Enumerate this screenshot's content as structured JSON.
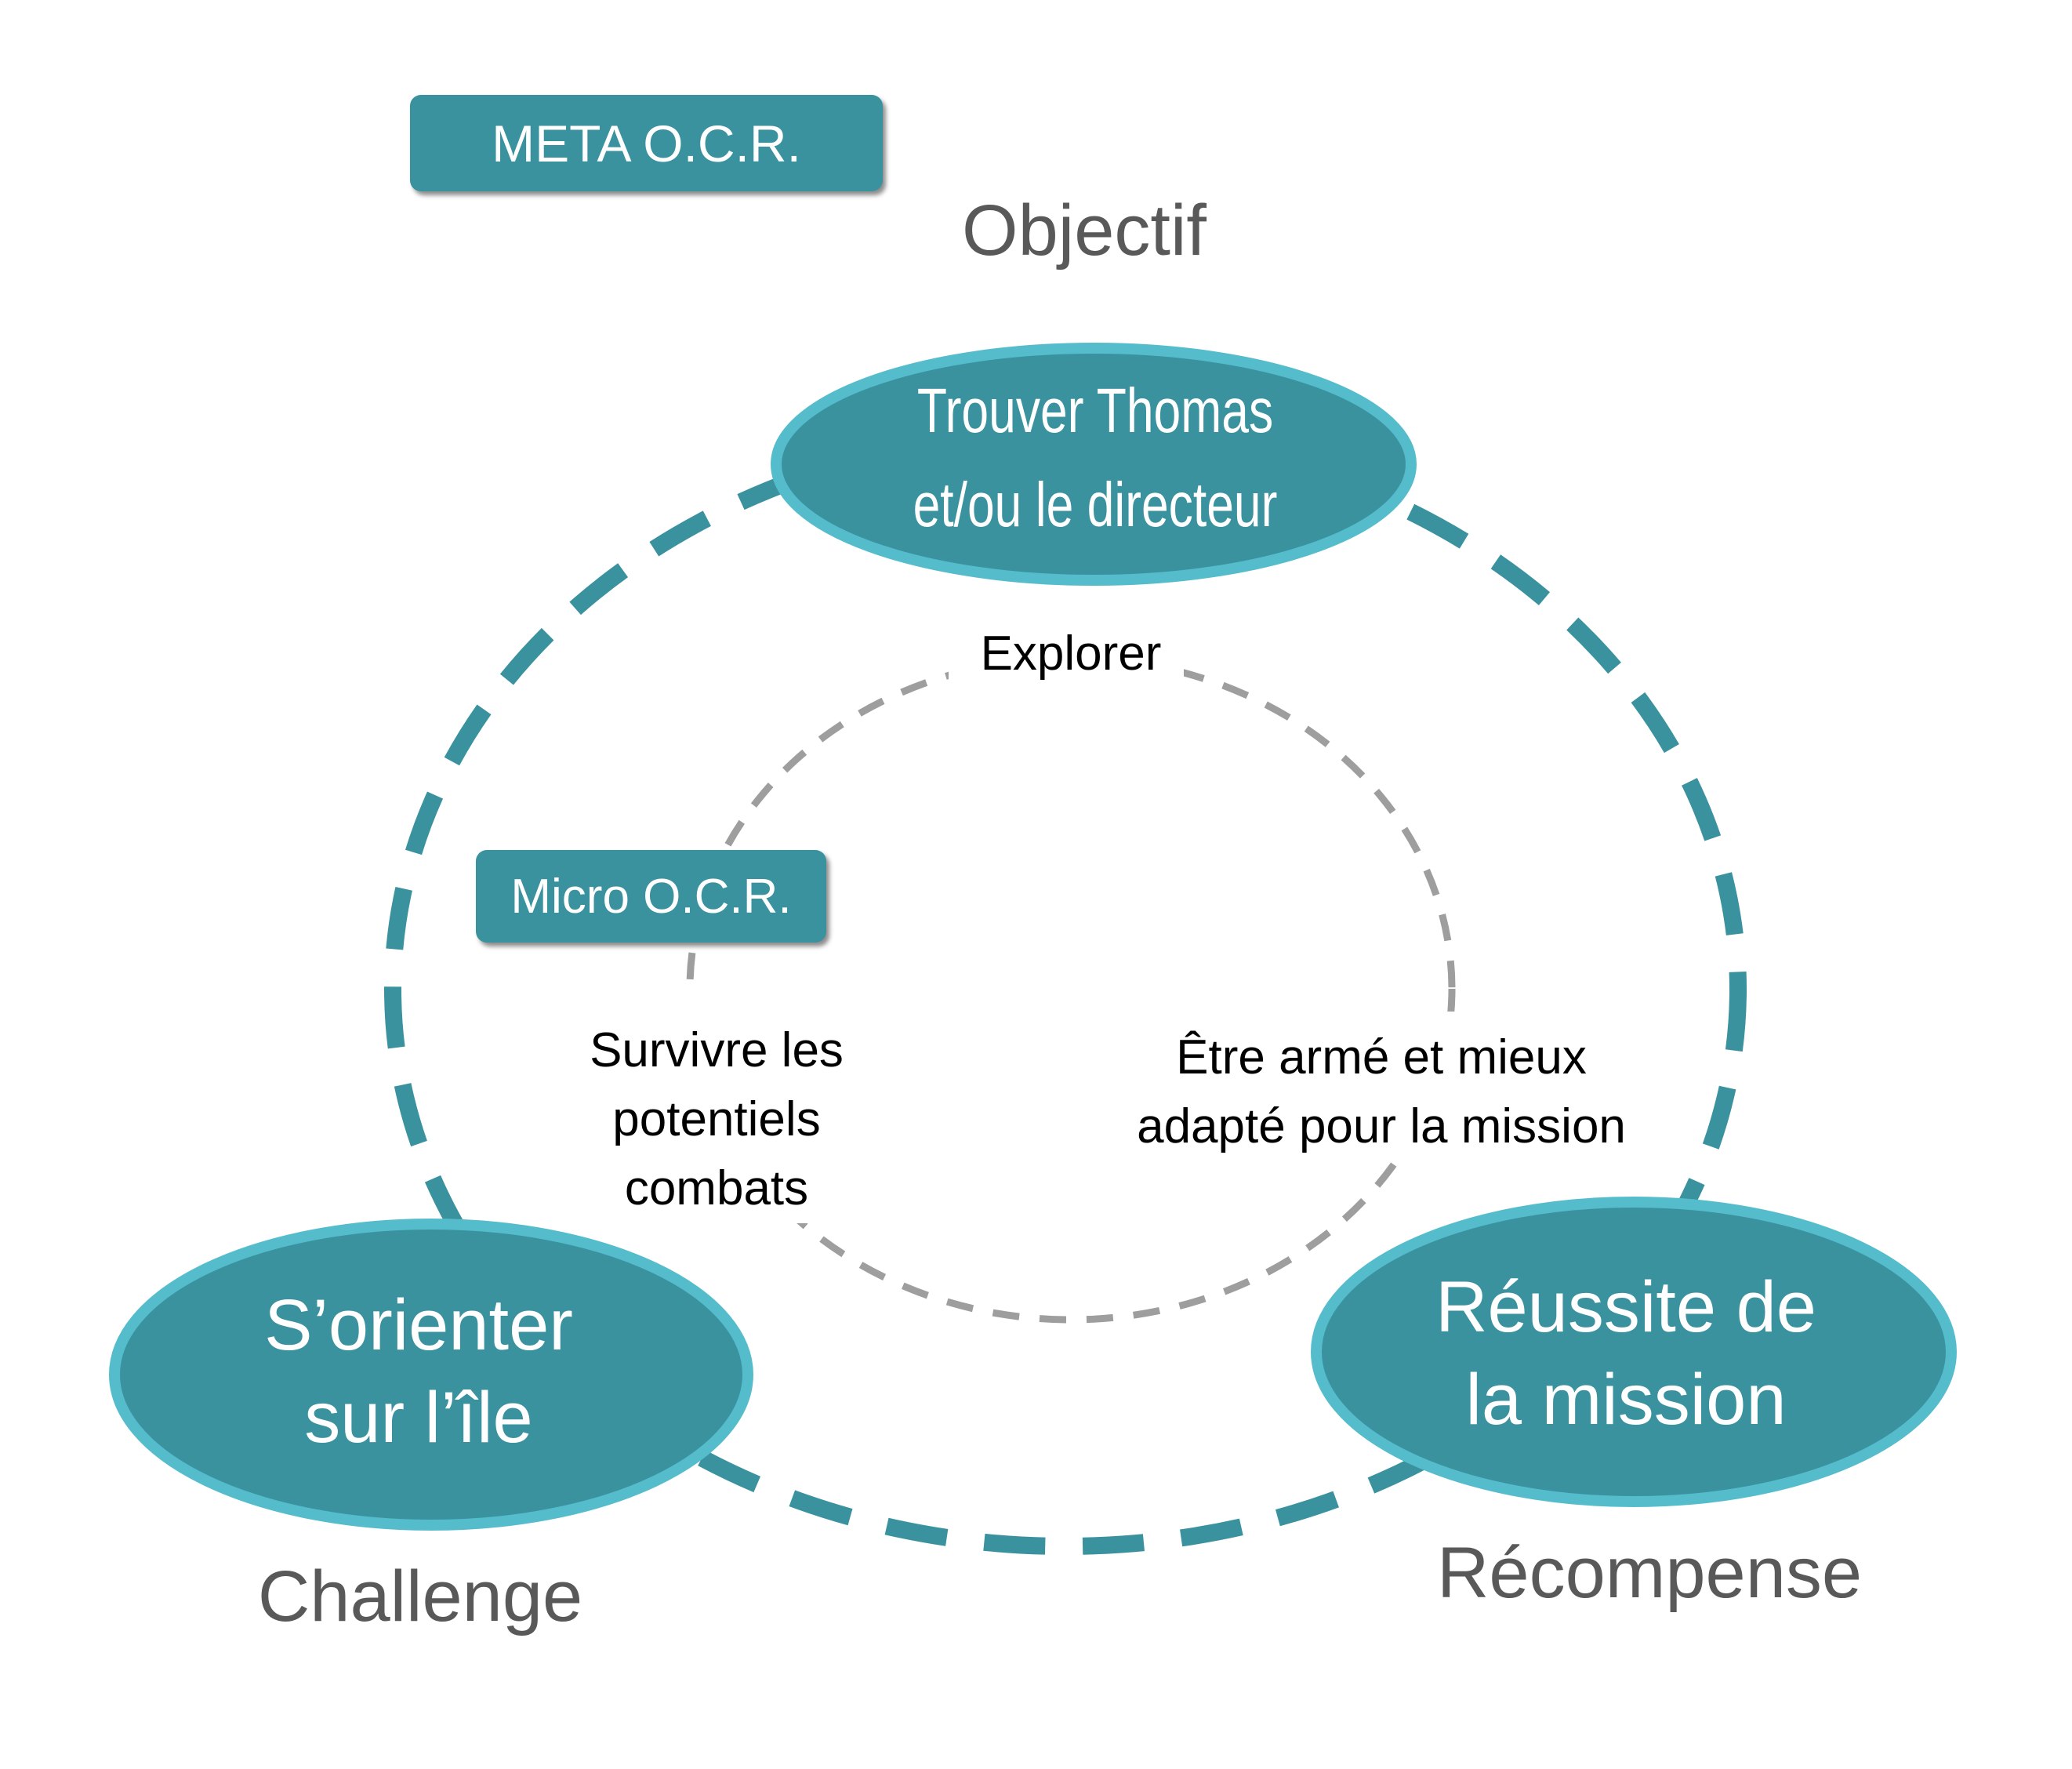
{
  "colors": {
    "node_fill": "#3a929f",
    "node_border": "#55bccc",
    "outer_dash": "#3a929f",
    "inner_dash": "#9e9e9e",
    "label_gray": "#595959",
    "text_black": "#000000"
  },
  "meta_box": {
    "label": "META O.C.R."
  },
  "micro_box": {
    "label": "Micro O.C.R."
  },
  "macro_cycle": {
    "objective": {
      "category": "Objectif",
      "lines": [
        "Trouver Thomas",
        "et/ou le directeur"
      ]
    },
    "challenge": {
      "category": "Challenge",
      "lines": [
        "S’orienter",
        "sur l’île"
      ]
    },
    "reward": {
      "category": "Récompense",
      "lines": [
        "Réussite de",
        "la mission"
      ]
    }
  },
  "micro_cycle": {
    "objective": "Explorer",
    "challenge_lines": [
      "Survivre les",
      "potentiels",
      "combats"
    ],
    "reward_lines": [
      "Être armé et mieux",
      "adapté pour la mission"
    ]
  }
}
